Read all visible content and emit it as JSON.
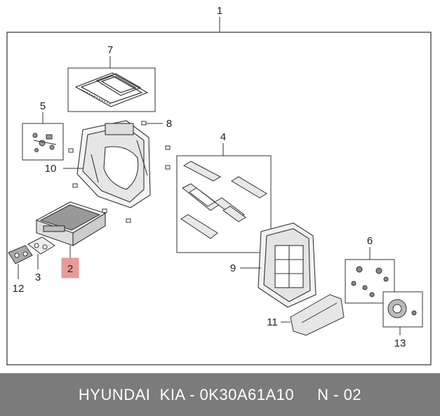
{
  "diagram": {
    "callouts": {
      "c1": "1",
      "c2": "2",
      "c3": "3",
      "c4": "4",
      "c5": "5",
      "c6": "6",
      "c7": "7",
      "c8": "8",
      "c9": "9",
      "c10": "10",
      "c11": "11",
      "c12": "12",
      "c13": "13"
    },
    "highlight_color": "#e89a9a",
    "line_color": "#333333"
  },
  "footer": {
    "text": "HYUNDAI  KIA - 0K30A61A10     N - 02",
    "background": "#7b7b7b"
  }
}
